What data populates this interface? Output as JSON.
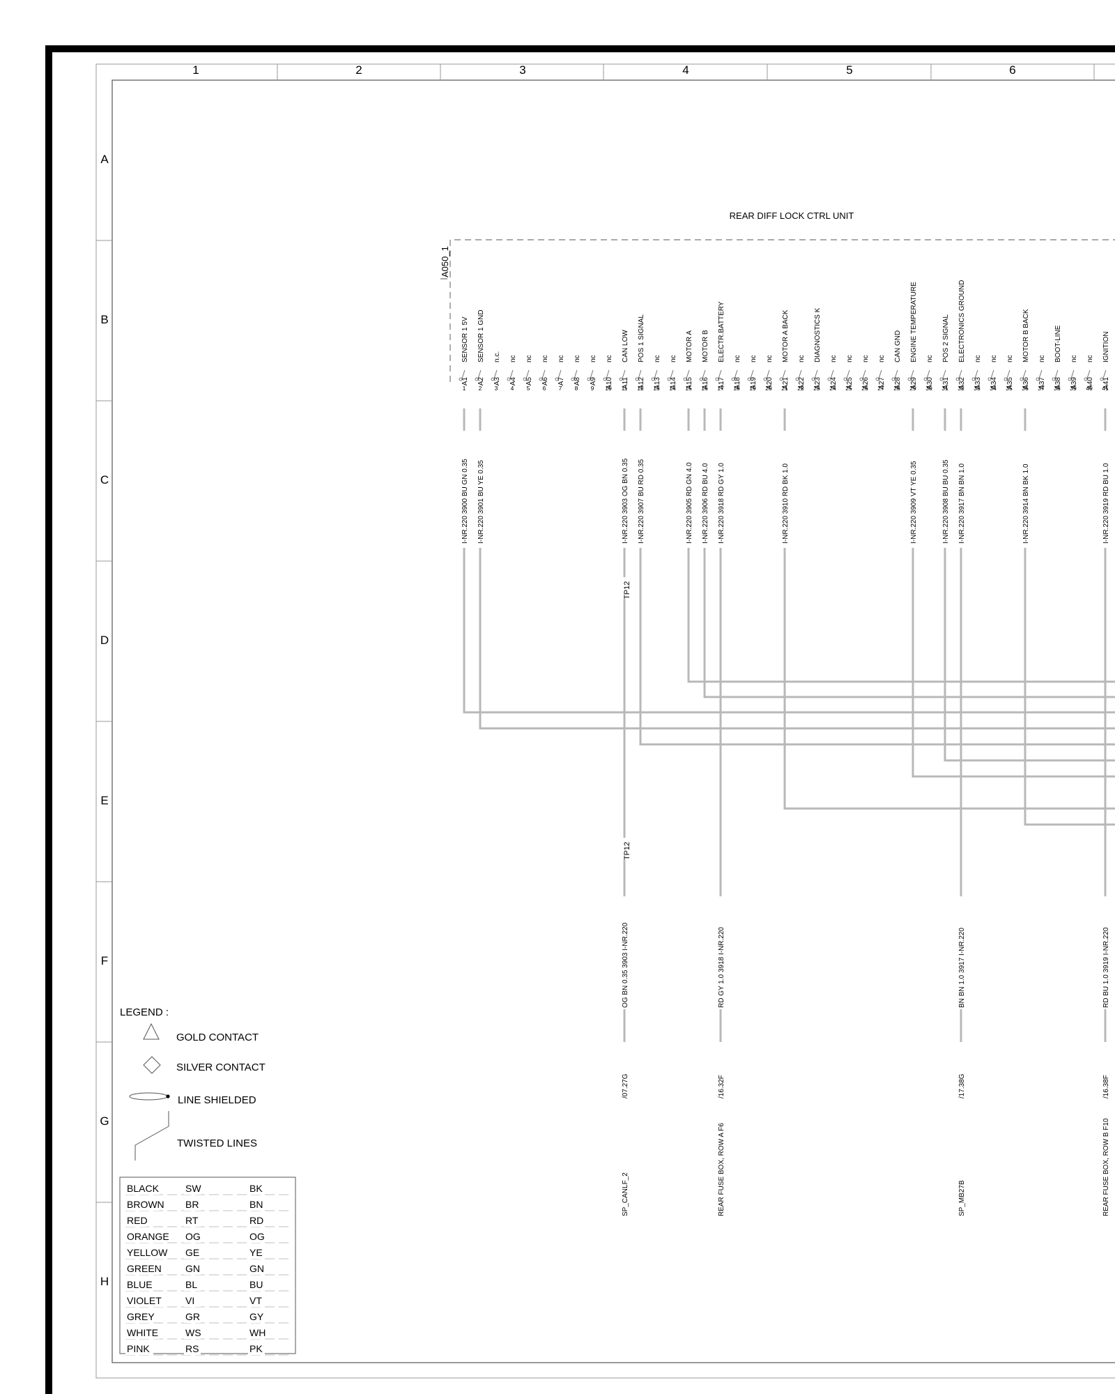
{
  "component": {
    "title": "REAR DIFF LOCK CTRL UNIT",
    "ref": "A050_1"
  },
  "grid": {
    "columns": [
      "1",
      "2",
      "3",
      "4",
      "5",
      "6"
    ],
    "rows": [
      "A",
      "B",
      "C",
      "D",
      "E",
      "F",
      "G",
      "H"
    ]
  },
  "pins": [
    {
      "num": "1",
      "pin": "A1",
      "label": "SENSOR 1 5V"
    },
    {
      "num": "2",
      "pin": "A2",
      "label": "SENSOR 1 GND"
    },
    {
      "num": "3",
      "pin": "A3",
      "label": "n.c."
    },
    {
      "num": "4",
      "pin": "A4",
      "label": "nc"
    },
    {
      "num": "5",
      "pin": "A5",
      "label": "nc"
    },
    {
      "num": "6",
      "pin": "A6",
      "label": "nc"
    },
    {
      "num": "7",
      "pin": "A7",
      "label": "nc"
    },
    {
      "num": "8",
      "pin": "A8",
      "label": "nc"
    },
    {
      "num": "9",
      "pin": "A9",
      "label": "nc"
    },
    {
      "num": "10",
      "pin": "A10",
      "label": "nc"
    },
    {
      "num": "11",
      "pin": "A11",
      "label": "CAN LOW"
    },
    {
      "num": "12",
      "pin": "A12",
      "label": "POS 1 SIGNAL"
    },
    {
      "num": "13",
      "pin": "A13",
      "label": "nc"
    },
    {
      "num": "14",
      "pin": "A14",
      "label": "nc"
    },
    {
      "num": "15",
      "pin": "A15",
      "label": "MOTOR A"
    },
    {
      "num": "16",
      "pin": "A16",
      "label": "MOTOR B"
    },
    {
      "num": "17",
      "pin": "A17",
      "label": "ELECTR.BATTERY"
    },
    {
      "num": "18",
      "pin": "A18",
      "label": "nc"
    },
    {
      "num": "19",
      "pin": "A19",
      "label": "nc"
    },
    {
      "num": "20",
      "pin": "A20",
      "label": "nc"
    },
    {
      "num": "21",
      "pin": "A21",
      "label": "MOTOR A BACK"
    },
    {
      "num": "22",
      "pin": "A22",
      "label": "nc"
    },
    {
      "num": "23",
      "pin": "A23",
      "label": "DIAGNOSTICS K"
    },
    {
      "num": "24",
      "pin": "A24",
      "label": "nc"
    },
    {
      "num": "25",
      "pin": "A25",
      "label": "nc"
    },
    {
      "num": "26",
      "pin": "A26",
      "label": "nc"
    },
    {
      "num": "27",
      "pin": "A27",
      "label": "nc"
    },
    {
      "num": "28",
      "pin": "A28",
      "label": "CAN GND"
    },
    {
      "num": "29",
      "pin": "A29",
      "label": "ENGINE TEMPERATURE"
    },
    {
      "num": "30",
      "pin": "A30",
      "label": "nc"
    },
    {
      "num": "31",
      "pin": "A31",
      "label": "POS 2 SIGNAL"
    },
    {
      "num": "32",
      "pin": "A32",
      "label": "ELECTRONICS GROUND"
    },
    {
      "num": "33",
      "pin": "A33",
      "label": "nc"
    },
    {
      "num": "34",
      "pin": "A34",
      "label": "nc"
    },
    {
      "num": "35",
      "pin": "A35",
      "label": "nc"
    },
    {
      "num": "36",
      "pin": "A36",
      "label": "MOTOR B BACK"
    },
    {
      "num": "37",
      "pin": "A37",
      "label": "nc"
    },
    {
      "num": "38",
      "pin": "A38",
      "label": "BOOT-LINE"
    },
    {
      "num": "39",
      "pin": "A39",
      "label": "nc"
    },
    {
      "num": "40",
      "pin": "A40",
      "label": "nc"
    },
    {
      "num": "41",
      "pin": "A41",
      "label": "IGNITION"
    }
  ],
  "wires": [
    {
      "pin": "1",
      "label": "I-NR.220  3900  BU GN 0.35"
    },
    {
      "pin": "2",
      "label": "I-NR.220  3901  BU YE 0.35"
    },
    {
      "pin": "11",
      "label": "I-NR.220  3903  OG BN 0.35"
    },
    {
      "pin": "12",
      "label": "I-NR.220  3907  BU RD 0.35"
    },
    {
      "pin": "15",
      "label": "I-NR.220  3905  RD GN 4.0"
    },
    {
      "pin": "16",
      "label": "I-NR.220  3906  RD BU 4.0"
    },
    {
      "pin": "17",
      "label": "I-NR.220  3918  RD GY 1.0"
    },
    {
      "pin": "21",
      "label": "I-NR.220  3910  RD BK 1.0"
    },
    {
      "pin": "29",
      "label": "I-NR.220  3909  VT YE 0.35"
    },
    {
      "pin": "31",
      "label": "I-NR.220  3908  BU BU 0.35"
    },
    {
      "pin": "32",
      "label": "I-NR.220  3917  BN BN 1.0"
    },
    {
      "pin": "36",
      "label": "I-NR.220  3914  BN BK 1.0"
    },
    {
      "pin": "41",
      "label": "I-NR.220  3919  RD BU 1.0"
    }
  ],
  "testpoint": "TP12",
  "lower_wires": [
    {
      "pin": "11",
      "label": "OG BN 0.35  3903  I-NR.220",
      "ref": "/07.27G",
      "dest": "SP_CANLF_2"
    },
    {
      "pin": "17",
      "label": "RD GY 1.0   3918  I-NR.220",
      "ref": "/16.32F",
      "dest": "REAR FUSE BOX, ROW A F6"
    },
    {
      "pin": "32",
      "label": "BN BN 1.0   3917  I-NR.220",
      "ref": "/17.38G",
      "dest": "SP_MB27B"
    },
    {
      "pin": "41",
      "label": "RD BU 1.0   3919  I-NR.220",
      "ref": "/16.38F",
      "dest": "REAR FUSE BOX, ROW B F10"
    }
  ],
  "legend": {
    "title": "LEGEND :",
    "items": [
      {
        "icon": "triangle-icon",
        "label": "GOLD CONTACT"
      },
      {
        "icon": "diamond-icon",
        "label": "SILVER CONTACT"
      },
      {
        "icon": "shield-ellipse-icon",
        "label": "LINE SHIELDED"
      },
      {
        "icon": "twisted-line-icon",
        "label": "TWISTED LINES"
      }
    ]
  },
  "colors": [
    [
      "BLACK",
      "SW",
      "BK"
    ],
    [
      "BROWN",
      "BR",
      "BN"
    ],
    [
      "RED",
      "RT",
      "RD"
    ],
    [
      "ORANGE",
      "OG",
      "OG"
    ],
    [
      "YELLOW",
      "GE",
      "YE"
    ],
    [
      "GREEN",
      "GN",
      "GN"
    ],
    [
      "BLUE",
      "BL",
      "BU"
    ],
    [
      "VIOLET",
      "VI",
      "VT"
    ],
    [
      "GREY",
      "GR",
      "GY"
    ],
    [
      "WHITE",
      "WS",
      "WH"
    ],
    [
      "PINK",
      "RS",
      "PK"
    ]
  ],
  "style": {
    "wire_color": "#b8b8b8",
    "line_color": "#444444",
    "frame_color": "#000000"
  }
}
